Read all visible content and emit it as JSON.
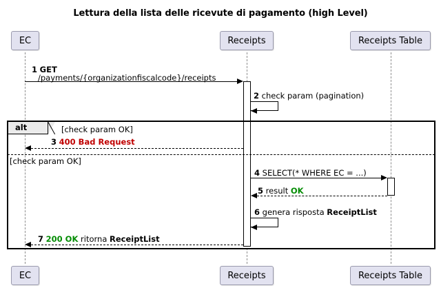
{
  "diagram": {
    "title": "Lettura della lista delle ricevute di pagamento (high Level)",
    "type": "uml-sequence-diagram"
  },
  "participants": [
    {
      "id": "ec",
      "label": "EC"
    },
    {
      "id": "receipts",
      "label": "Receipts"
    },
    {
      "id": "receipts_table",
      "label": "Receipts Table"
    }
  ],
  "messages": [
    {
      "num": "1",
      "from": "ec",
      "to": "receipts",
      "line1": "GET",
      "line2": "/payments/{organizationfiscalcode}/receipts",
      "style": "solid"
    },
    {
      "num": "2",
      "from": "receipts",
      "to": "receipts",
      "text": "check param (pagination)",
      "style": "self"
    },
    {
      "num": "3",
      "from": "receipts",
      "to": "ec",
      "text": "400 Bad Request",
      "color": "red",
      "style": "dashed"
    },
    {
      "num": "4",
      "from": "receipts",
      "to": "receipts_table",
      "text": "SELECT(* WHERE EC = ...)",
      "style": "solid"
    },
    {
      "num": "5",
      "from": "receipts_table",
      "to": "receipts",
      "prefix": "result ",
      "status": "OK",
      "color": "green",
      "style": "dashed"
    },
    {
      "num": "6",
      "from": "receipts",
      "to": "receipts",
      "prefix": "genera risposta ",
      "strong": "ReceiptList",
      "style": "self"
    },
    {
      "num": "7",
      "from": "receipts",
      "to": "ec",
      "status": "200 OK",
      "middle": " ritorna ",
      "strong": "ReceiptList",
      "color": "green",
      "style": "dashed"
    }
  ],
  "fragment": {
    "label": "alt",
    "guard_first": "[check param OK]",
    "guard_else": "[check param OK]"
  },
  "colors": {
    "participant_fill": "#E2E2F0",
    "participant_border": "#9A9AAD",
    "error": "#C00000",
    "success": "#038C03",
    "fragment_tag_fill": "#EBEBEB",
    "line": "#000000"
  }
}
